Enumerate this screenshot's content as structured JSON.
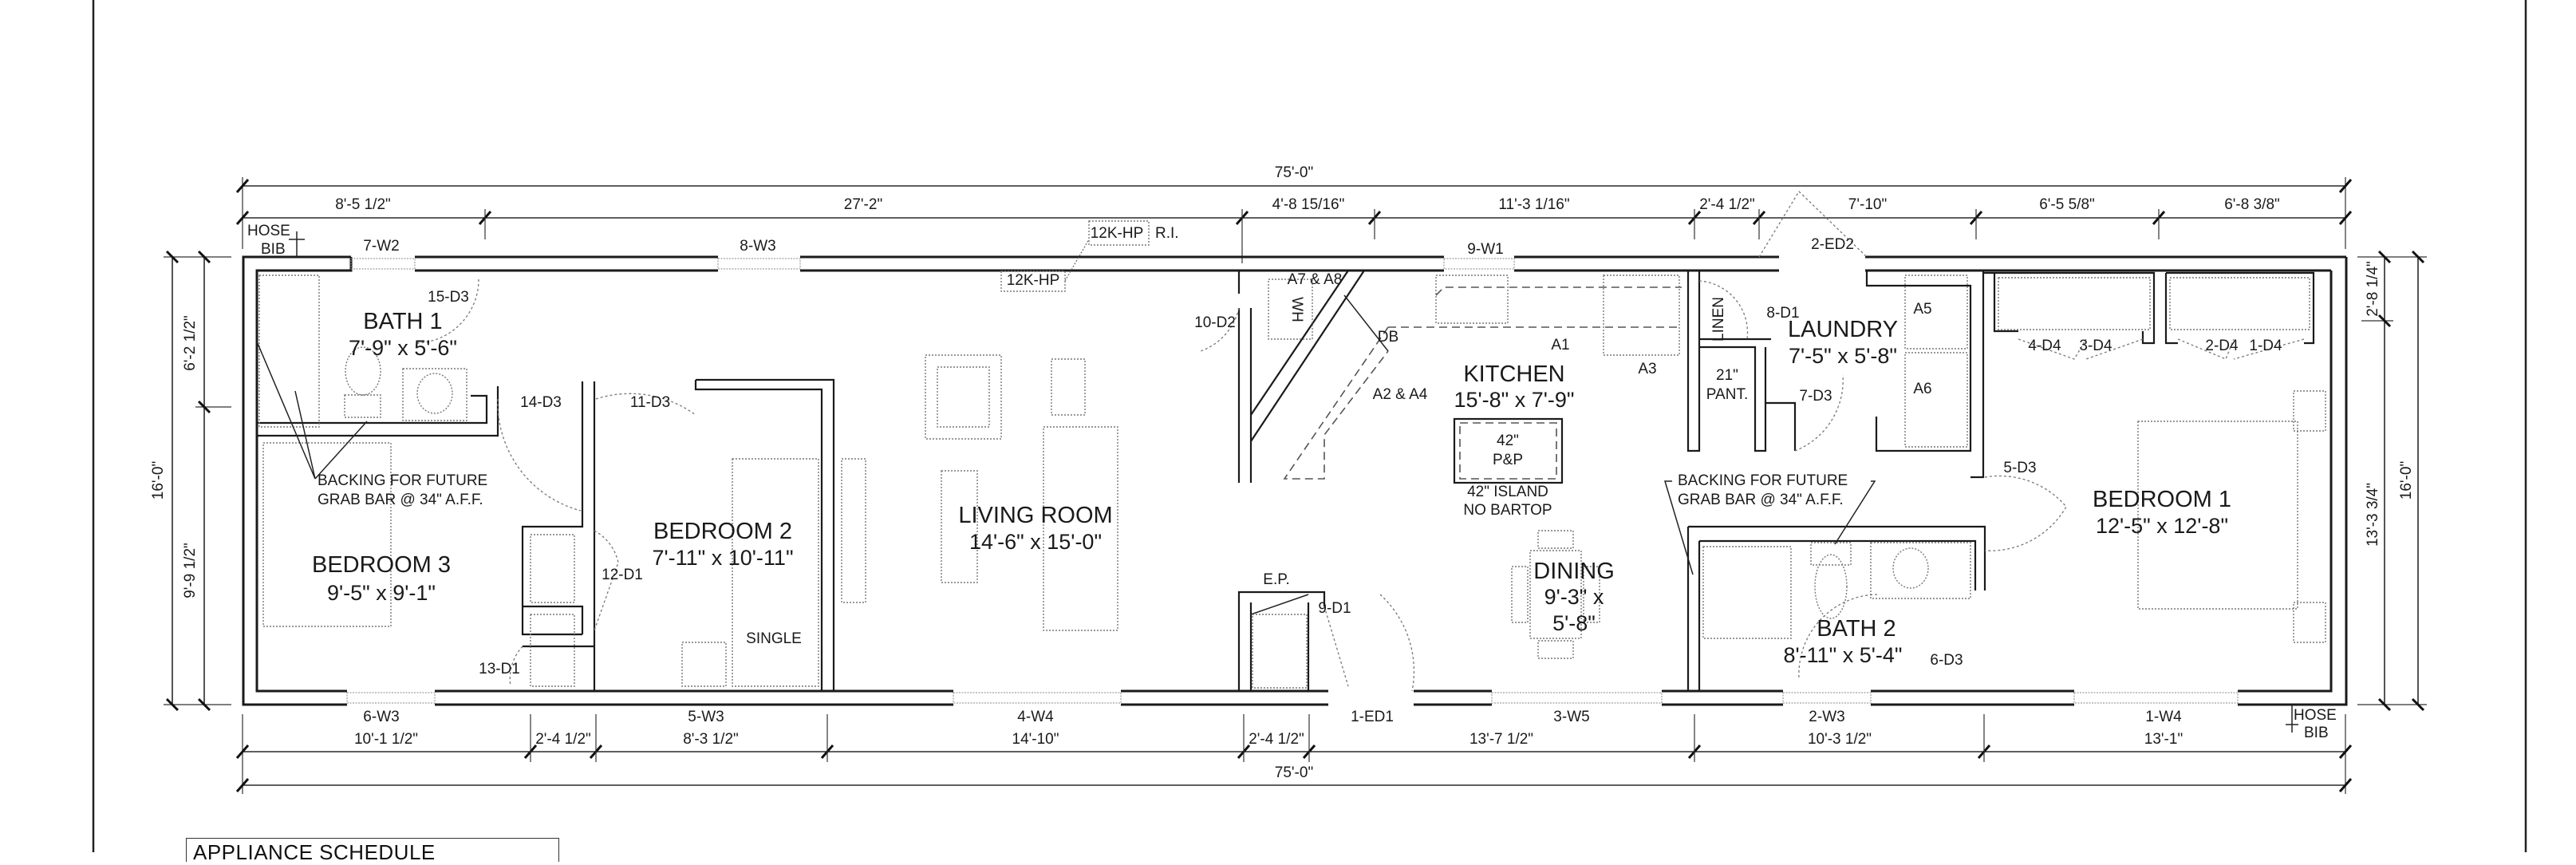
{
  "drawing": {
    "type": "floor plan",
    "overall_length": "75'-0\"",
    "overall_width": "16'-0\""
  },
  "dimensions": {
    "top_overall": "75'-0\"",
    "top_segments": [
      "8'-5 1/2\"",
      "27'-2\"",
      "4'-8 15/16\"",
      "11'-3 1/16\"",
      "2'-4 1/2\"",
      "7'-10\"",
      "6'-5 5/8\"",
      "6'-8 3/8\""
    ],
    "bottom_overall": "75'-0\"",
    "bottom_segments": [
      "10'-1 1/2\"",
      "2'-4 1/2\"",
      "8'-3 1/2\"",
      "14'-10\"",
      "2'-4 1/2\"",
      "13'-7 1/2\"",
      "10'-3 1/2\"",
      "13'-1\""
    ],
    "left_overall": "16'-0\"",
    "left_segments": [
      "6'-2 1/2\"",
      "9'-9 1/2\""
    ],
    "right_overall": "16'-0\"",
    "right_segments": [
      "2'-8 1/4\"",
      "13'-3 3/4\""
    ]
  },
  "rooms": {
    "bath1": {
      "name": "BATH 1",
      "size": "7'-9\" x 5'-6\""
    },
    "bedroom3": {
      "name": "BEDROOM 3",
      "size": "9'-5\" x 9'-1\""
    },
    "bedroom2": {
      "name": "BEDROOM 2",
      "size": "7'-11\" x 10'-11\""
    },
    "living": {
      "name": "LIVING ROOM",
      "size": "14'-6\" x 15'-0\""
    },
    "kitchen": {
      "name": "KITCHEN",
      "size": "15'-8\" x 7'-9\""
    },
    "dining": {
      "name": "DINING",
      "size_line1": "9'-3\" x",
      "size_line2": "5'-8\""
    },
    "laundry": {
      "name": "LAUNDRY",
      "size": "7'-5\" x 5'-8\""
    },
    "bath2": {
      "name": "BATH 2",
      "size": "8'-11\" x 5'-4\""
    },
    "bedroom1": {
      "name": "BEDROOM 1",
      "size": "12'-5\" x 12'-8\""
    },
    "linen": "LINEN",
    "pantry_line1": "21\"",
    "pantry_line2": "PANT."
  },
  "windows": {
    "top": [
      "7-W2",
      "8-W3",
      "9-W1"
    ],
    "bottom": [
      "6-W3",
      "5-W3",
      "4-W4",
      "3-W5",
      "2-W3",
      "1-W4"
    ]
  },
  "doors": {
    "exterior": [
      "1-ED1",
      "2-ED2"
    ],
    "interior": [
      "15-D3",
      "14-D3",
      "11-D3",
      "12-D1",
      "13-D1",
      "10-D2",
      "9-D1",
      "8-D1",
      "7-D3",
      "6-D3",
      "5-D3",
      "4-D4",
      "3-D4",
      "2-D4",
      "1-D4"
    ]
  },
  "appliances": {
    "a7a8": "A7 & A8",
    "db": "DB",
    "a1": "A1",
    "a3": "A3",
    "a2a4": "A2 & A4",
    "a5": "A5",
    "a6": "A6",
    "wh": "WH",
    "island_top": "42\"",
    "island_mid": "P&P",
    "island_note1": "42\" ISLAND",
    "island_note2": "NO BARTOP"
  },
  "notes": {
    "hose_bib_top_1": "HOSE",
    "hose_bib_top_2": "BIB",
    "hose_bib_bottom_1": "HOSE",
    "hose_bib_bottom_2": "BIB",
    "heat_pump": "12K-HP",
    "heat_pump_ri": "R.I.",
    "heat_pump_lower": "12K-HP",
    "ep": "E.P.",
    "grab_bar_left_1": "BACKING FOR FUTURE",
    "grab_bar_left_2": "GRAB BAR @ 34\" A.F.F.",
    "grab_bar_right_1": "BACKING FOR FUTURE",
    "grab_bar_right_2": "GRAB BAR @ 34\" A.F.F.",
    "bed_single": "SINGLE"
  },
  "appliance_schedule": {
    "title": "APPLIANCE SCHEDULE"
  }
}
